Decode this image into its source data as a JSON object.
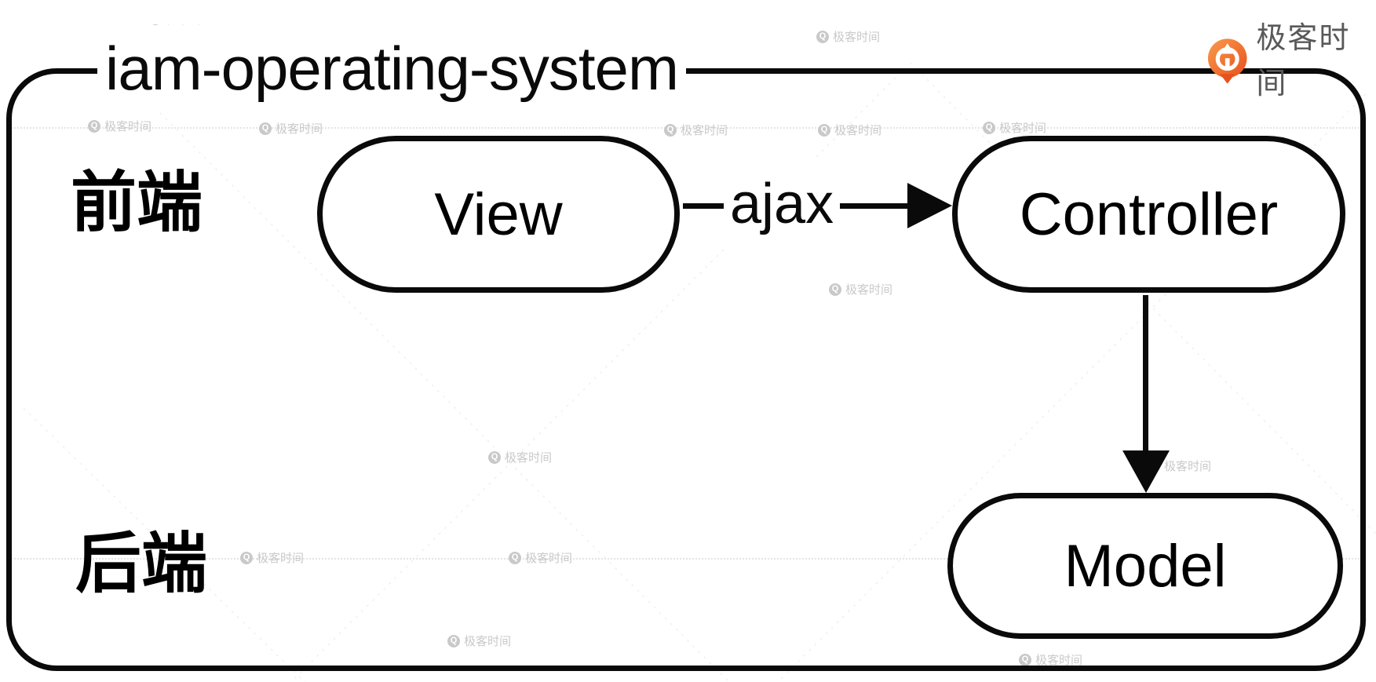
{
  "brand": {
    "name": "极客时间"
  },
  "header": {
    "logo_text": "极客时间"
  },
  "diagram": {
    "title": "iam-operating-system",
    "lanes": {
      "frontend": "前端",
      "backend": "后端"
    },
    "nodes": {
      "view": "View",
      "controller": "Controller",
      "model": "Model"
    },
    "edges": {
      "view_to_controller": "ajax"
    }
  },
  "colors": {
    "stroke": "#0a0a0a",
    "background": "#ffffff",
    "watermark_gray": "#c9c9c9",
    "logo_orange": "#f0591f",
    "logo_orange_light": "#fa9b4c",
    "logo_text_gray": "#595959"
  }
}
